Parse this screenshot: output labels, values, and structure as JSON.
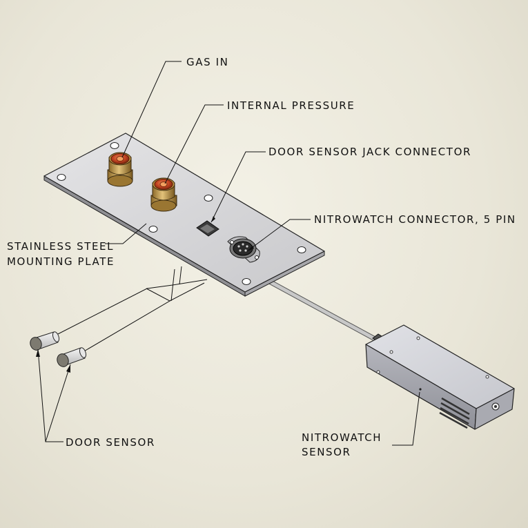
{
  "labels": {
    "gas_in": "GAS IN",
    "internal_pressure": "INTERNAL PRESSURE",
    "door_sensor_jack": "DOOR SENSOR JACK CONNECTOR",
    "nitrowatch_connector": "NITROWATCH CONNECTOR, 5 PIN",
    "plate_line1": "STAINLESS STEEL",
    "plate_line2": "MOUNTING PLATE",
    "door_sensor": "DOOR SENSOR",
    "nitrowatch_sensor_line1": "NITROWATCH",
    "nitrowatch_sensor_line2": "SENSOR"
  },
  "colors": {
    "background": "#ecead9",
    "plate": "#d7d7d9",
    "brass": "#c9a253",
    "fitting_top": "#c0401f",
    "sensor_box": "#cfd0d5"
  }
}
